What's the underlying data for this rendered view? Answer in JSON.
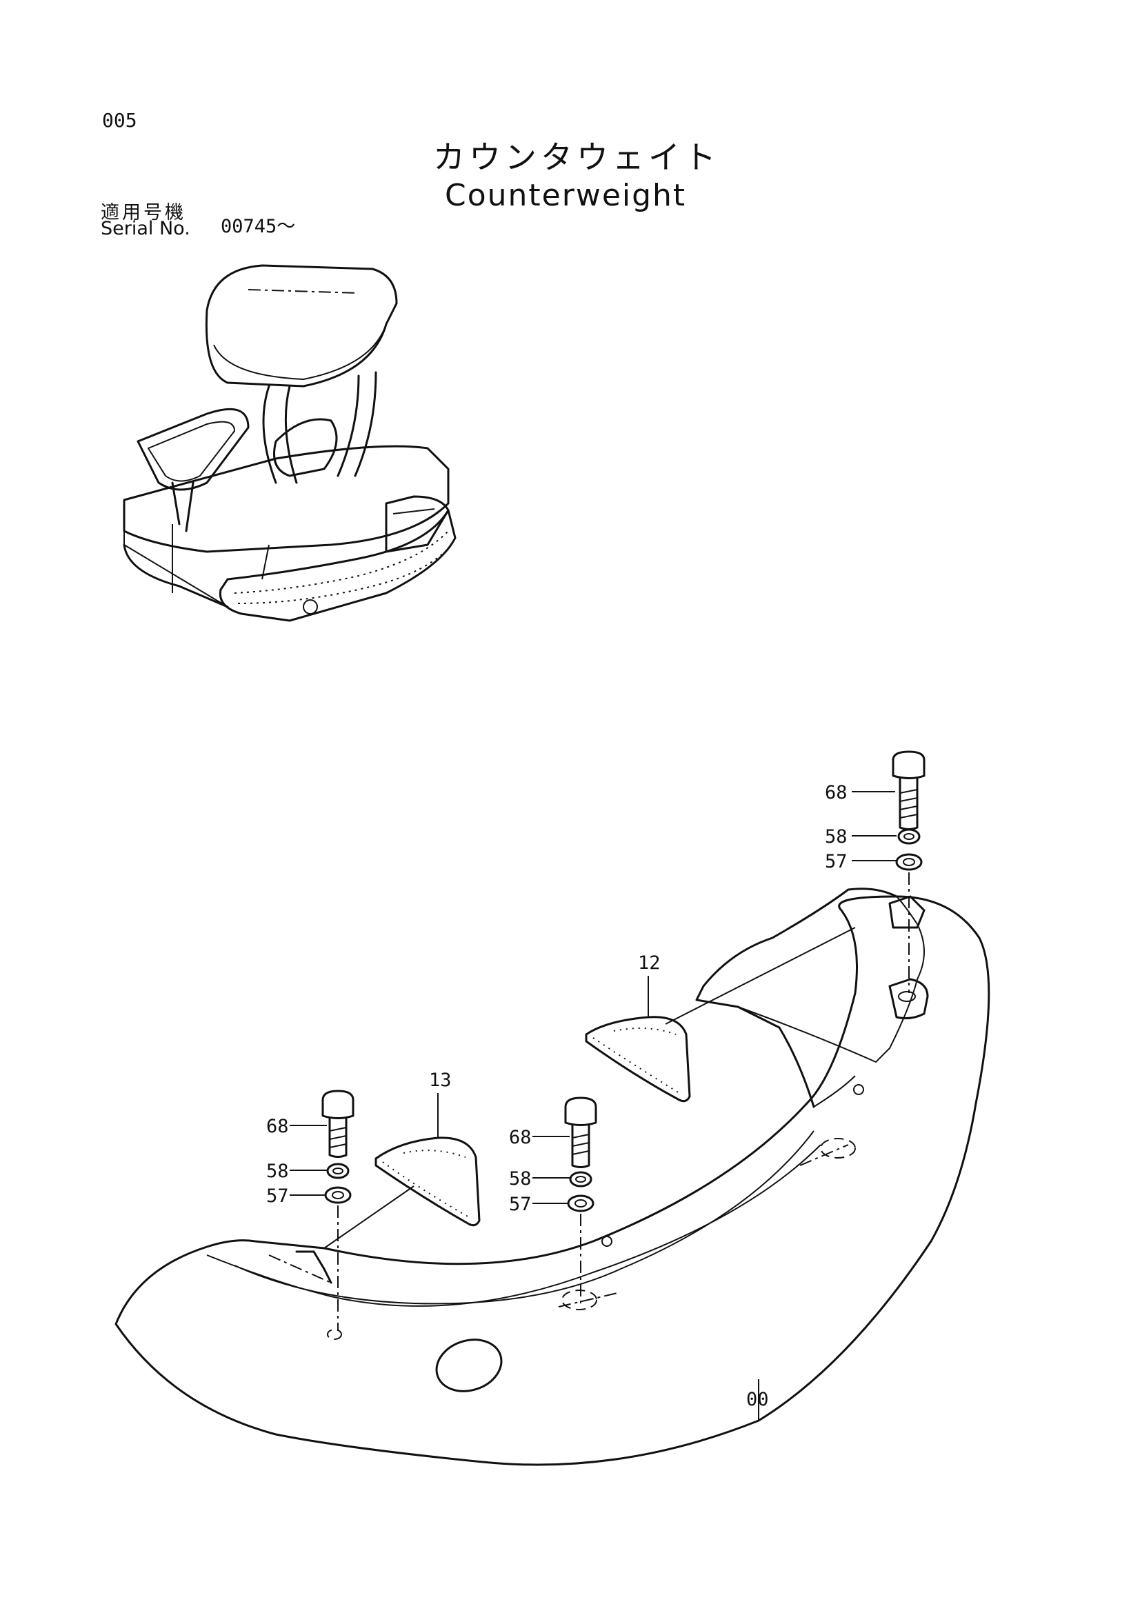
{
  "page": {
    "number": "005",
    "title_jp": "カウンタウェイト",
    "title_en": "Counterweight",
    "serial_label_jp": "適用号機",
    "serial_label_en": "Serial No.",
    "serial_value": "00745～"
  },
  "callouts": {
    "c68_right": "68",
    "c58_right": "58",
    "c57_right": "57",
    "c12": "12",
    "c13": "13",
    "c68_mid": "68",
    "c58_mid": "58",
    "c57_mid": "57",
    "c68_left": "68",
    "c58_left": "58",
    "c57_left": "57",
    "c00": "00"
  }
}
